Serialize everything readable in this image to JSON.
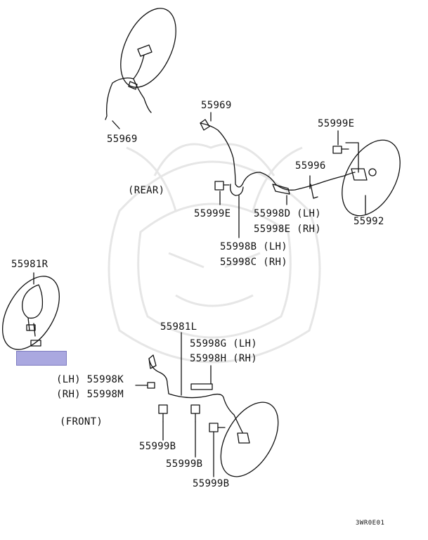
{
  "diagram": {
    "code": "3WR0E01",
    "labels": {
      "rear_top": "55969",
      "rear_mid": "55969",
      "p55999e_top": "55999E",
      "p55996": "55996",
      "rear_note": "(REAR)",
      "p55999e_mid": "55999E",
      "p55998d": "55998D (LH)",
      "p55998e": "55998E (RH)",
      "p55992": "55992",
      "p55998b": "55998B (LH)",
      "p55998c": "55998C (RH)",
      "p55981r": "55981R",
      "p55981l": "55981L",
      "p55998g": "55998G (LH)",
      "p55998h": "55998H (RH)",
      "p55998k": "(LH) 55998K",
      "p55998m": "(RH) 55998M",
      "front_note": "(FRONT)",
      "p55999b_1": "55999B",
      "p55999b_2": "55999B",
      "p55999b_3": "55999B"
    },
    "highlight_color": "#aaa8e0",
    "line_color": "#111111",
    "watermark_color": "#e6e6e6"
  }
}
